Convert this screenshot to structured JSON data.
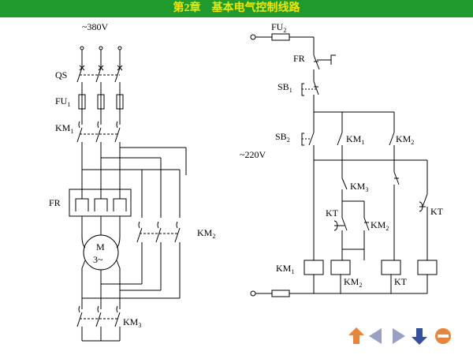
{
  "header": {
    "title": "第2章　基本电气控制线路"
  },
  "colors": {
    "header_bg": "#1f9a2d",
    "header_text": "#f2e600",
    "nav_up": "#e8853a",
    "nav_back": "#9aa0c4",
    "nav_forward": "#9aa0c4",
    "nav_down": "#3550a0",
    "nav_exit": "#e8853a"
  },
  "left": {
    "supply": "~380V",
    "qs": "QS",
    "fu": {
      "main": "FU",
      "sub": "1"
    },
    "km1": {
      "main": "KM",
      "sub": "1"
    },
    "fr": "FR",
    "motor": {
      "line1": "M",
      "line2": "3~"
    },
    "km2": {
      "main": "KM",
      "sub": "2"
    },
    "km3": {
      "main": "KM",
      "sub": "3"
    }
  },
  "right": {
    "fu2": {
      "main": "FU",
      "sub": "2"
    },
    "fr": "FR",
    "sb1": {
      "main": "SB",
      "sub": "1"
    },
    "sb2": {
      "main": "SB",
      "sub": "2"
    },
    "supply": "~220V",
    "km1_contact": {
      "main": "KM",
      "sub": "1"
    },
    "km2_contact": {
      "main": "KM",
      "sub": "2"
    },
    "km3_contact": {
      "main": "KM",
      "sub": "3"
    },
    "kt_timed": "KT",
    "km2_nc": {
      "main": "KM",
      "sub": "2"
    },
    "kt_right": "KT",
    "coil_km1": {
      "main": "KM",
      "sub": "1"
    },
    "coil_km2": {
      "main": "KM",
      "sub": "2"
    },
    "coil_kt": "KT"
  },
  "nav": {
    "up": "up-arrow-icon",
    "back": "back-arrow-icon",
    "forward": "forward-arrow-icon",
    "down": "down-arrow-icon",
    "exit": "exit-icon"
  }
}
